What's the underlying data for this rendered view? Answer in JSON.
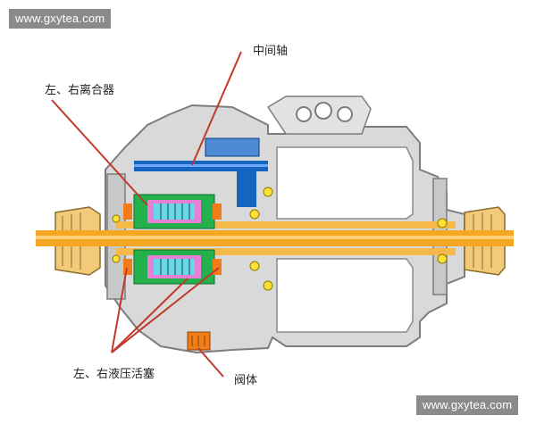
{
  "watermarks": {
    "top": "www.gxytea.com",
    "bottom": "www.gxytea.com"
  },
  "labels": {
    "intermediate_shaft": "中间轴",
    "clutches": "左、右离合器",
    "hydraulic_pistons": "左、右液压活塞",
    "valve_body": "阀体"
  },
  "colors": {
    "shaft": "#f5a623",
    "intermediate_shaft": "#1565c0",
    "housing": "#b0b0b0",
    "clutch_green": "#22b14c",
    "clutch_pink": "#e87fd6",
    "valve": "#f07d1a",
    "leader_line": "#c0392b"
  }
}
